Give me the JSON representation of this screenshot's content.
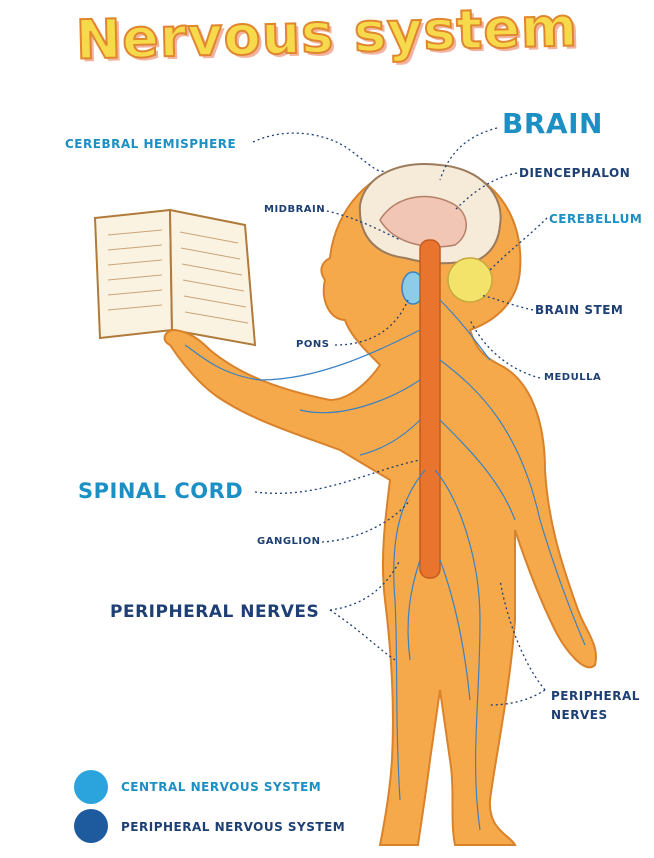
{
  "title": "Nervous system",
  "labels": {
    "brain": "BRAIN",
    "cerebral_hemisphere": "CEREBRAL HEMISPHERE",
    "diencephalon": "DIENCEPHALON",
    "midbrain": "MIDBRAIN",
    "cerebellum": "CEREBELLUM",
    "brain_stem": "BRAIN STEM",
    "pons": "PONS",
    "medulla": "MEDULLA",
    "spinal_cord": "SPINAL CORD",
    "ganglion": "GANGLION",
    "peripheral_nerves_left": "PERIPHERAL NERVES",
    "peripheral_nerves_right_1": "PERIPHERAL",
    "peripheral_nerves_right_2": "NERVES"
  },
  "legend": [
    {
      "label": "CENTRAL NERVOUS SYSTEM",
      "color": "#2ba3dc"
    },
    {
      "label": "PERIPHERAL NERVOUS SYSTEM",
      "color": "#1d5a9e"
    }
  ],
  "colors": {
    "body": "#f5a94a",
    "body_outline": "#d9822b",
    "spinal_cord": "#e8742e",
    "brain_fill": "#f6ead8",
    "cerebellum": "#f4e36b",
    "pons": "#8ecbe8",
    "nerves": "#3b82c4",
    "label_teal": "#1c8fc4",
    "label_navy": "#1d3f73"
  }
}
